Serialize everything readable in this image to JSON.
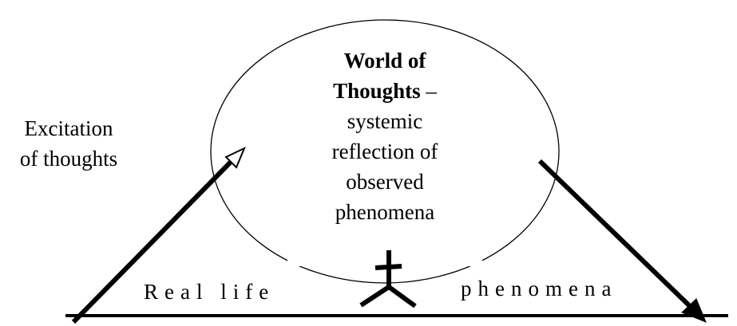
{
  "diagram": {
    "ellipse_label": {
      "title_line1": "World of",
      "title_line2": "Thoughts",
      "dash": " –",
      "line3": "systemic",
      "line4": "reflection of",
      "line5": "observed",
      "line6": "phenomena"
    },
    "left_label": {
      "line1": "Excitation",
      "line2": "of thoughts"
    },
    "ground_left_label": "Real life",
    "ground_right_label": "phenomena"
  }
}
